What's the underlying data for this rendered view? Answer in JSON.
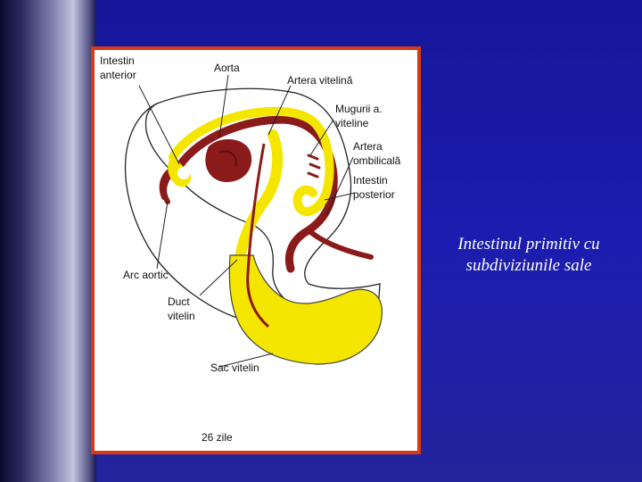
{
  "slide": {
    "caption_line1": "Intestinul primitiv cu",
    "caption_line2": "subdiviziunile sale"
  },
  "figure": {
    "labels": {
      "intestin_anterior_1": "Intestin",
      "intestin_anterior_2": "anterior",
      "aorta": "Aorta",
      "artera_vitelina": "Artera vitelină",
      "mugurii_1": "Mugurii a.",
      "mugurii_2": "viteline",
      "artera_ombilicala_1": "Artera",
      "artera_ombilicala_2": "ombilicală",
      "intestin_posterior_1": "Intestin",
      "intestin_posterior_2": "posterior",
      "arc_aortic": "Arc aortic",
      "duct_vitelin_1": "Duct",
      "duct_vitelin_2": "vitelin",
      "sac_vitelin": "Sac vitelin",
      "age": "26 zile"
    }
  },
  "colors": {
    "background": "#1c1cb0",
    "frame_border": "#d83a14",
    "vessel": "#8b1a1a",
    "gut": "#f5e600",
    "caption_text": "#ffffff"
  }
}
